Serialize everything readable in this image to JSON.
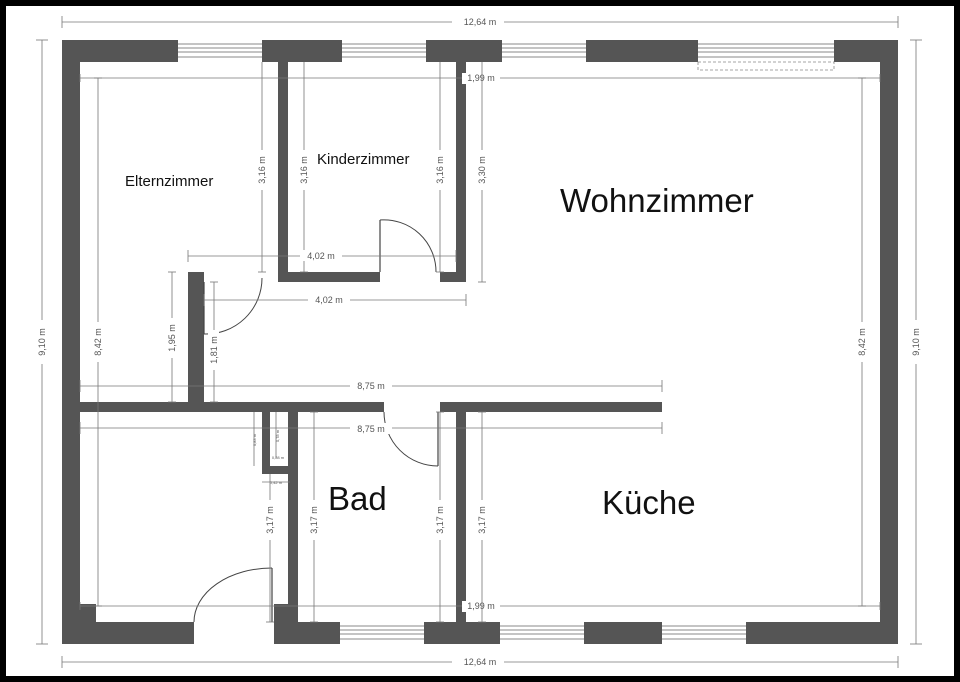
{
  "rooms": {
    "elternzimmer": "Elternzimmer",
    "kinderzimmer": "Kinderzimmer",
    "wohnzimmer": "Wohnzimmer",
    "bad": "Bad",
    "kueche": "Küche"
  },
  "dimensions": {
    "overall_width_top": "12,64 m",
    "overall_width_bottom": "12,64 m",
    "overall_height_left": "9,10 m",
    "overall_height_right": "9,10 m",
    "inner_height_left": "8,42 m",
    "inner_height_right": "8,42 m",
    "window_top": "1,99 m",
    "window_bottom": "1,99 m",
    "elternzimmer_height": "3,16 m",
    "kinderzimmer_height_left": "3,16 m",
    "kinderzimmer_height_right": "3,16 m",
    "wohnzimmer_partial_height": "3,30 m",
    "corridor_width_upper": "4,02 m",
    "corridor_width_lower": "4,02 m",
    "hall_height": "1,95 m",
    "door_height": "1,81 m",
    "width_above_middle_wall": "8,75 m",
    "width_below_middle_wall": "8,75 m",
    "bottom_left_room_height": "3,17 m",
    "bad_height_left": "3,17 m",
    "bad_height_right": "3,17 m",
    "kueche_height": "3,17 m",
    "shaft_a": "0,83 m",
    "shaft_b": "0,78 m",
    "shaft_c": "0,28 m",
    "shaft_d": "0,42 m"
  }
}
